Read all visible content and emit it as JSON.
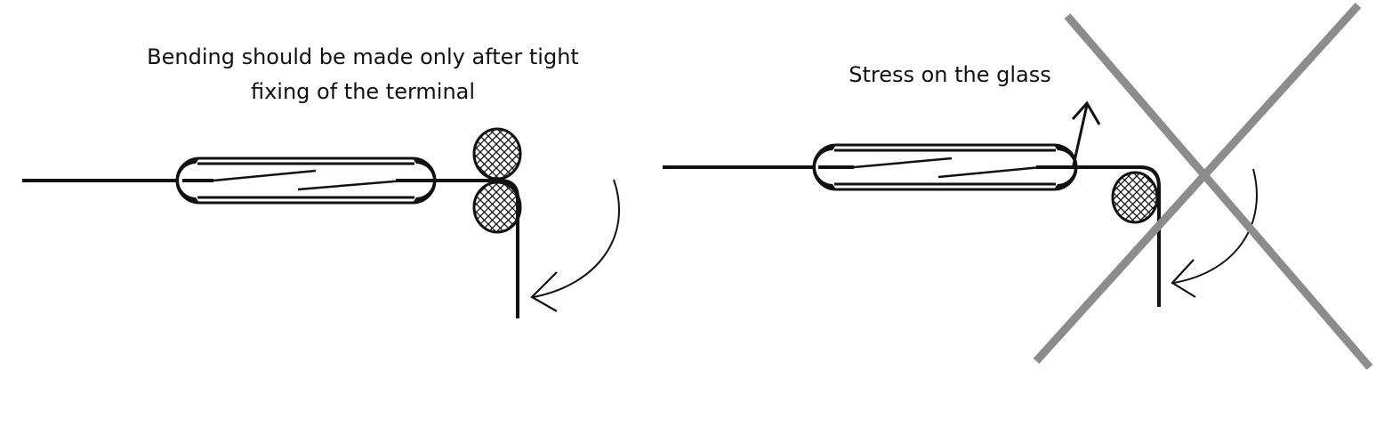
{
  "captions": {
    "correct_line1": "Bending should be made only after tight",
    "correct_line2": "fixing of the terminal",
    "incorrect": "Stress on the glass"
  },
  "colors": {
    "ink": "#111111",
    "cross": "#8c8c8c",
    "background": "#ffffff"
  },
  "icons": {
    "correct_bend_arrow": "curved-arrow-icon",
    "stress_arrow": "arrow-up-right-icon",
    "wrong_cross": "cross-x-icon",
    "fixing_pad": "hatched-circle-icon"
  }
}
